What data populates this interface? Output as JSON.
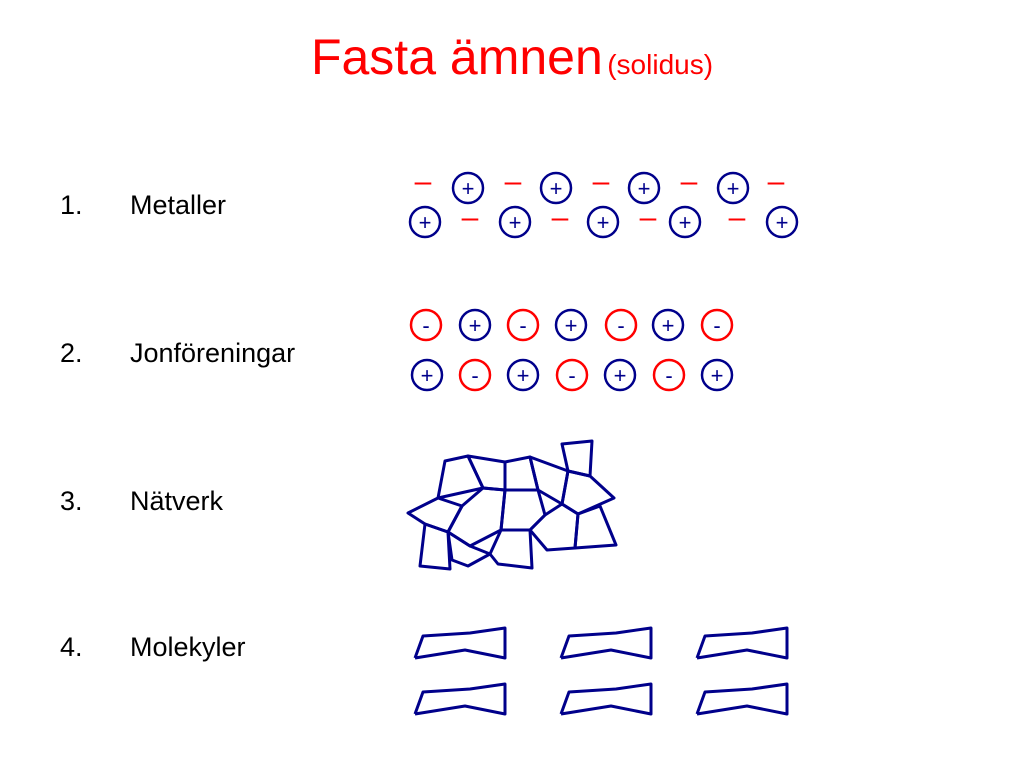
{
  "slide": {
    "title": "Fasta ämnen",
    "subtitle": "(solidus)",
    "colors": {
      "title": "#ff0000",
      "positive": "#00008b",
      "negative": "#ff0000"
    }
  },
  "list": [
    {
      "number": "1.",
      "label": "Metaller"
    },
    {
      "number": "2.",
      "label": "Jonföreningar"
    },
    {
      "number": "3.",
      "label": "Nätverk"
    },
    {
      "number": "4.",
      "label": "Molekyler"
    }
  ],
  "symbols": {
    "plus": "+",
    "minus_dash": "–",
    "minus": "-"
  }
}
